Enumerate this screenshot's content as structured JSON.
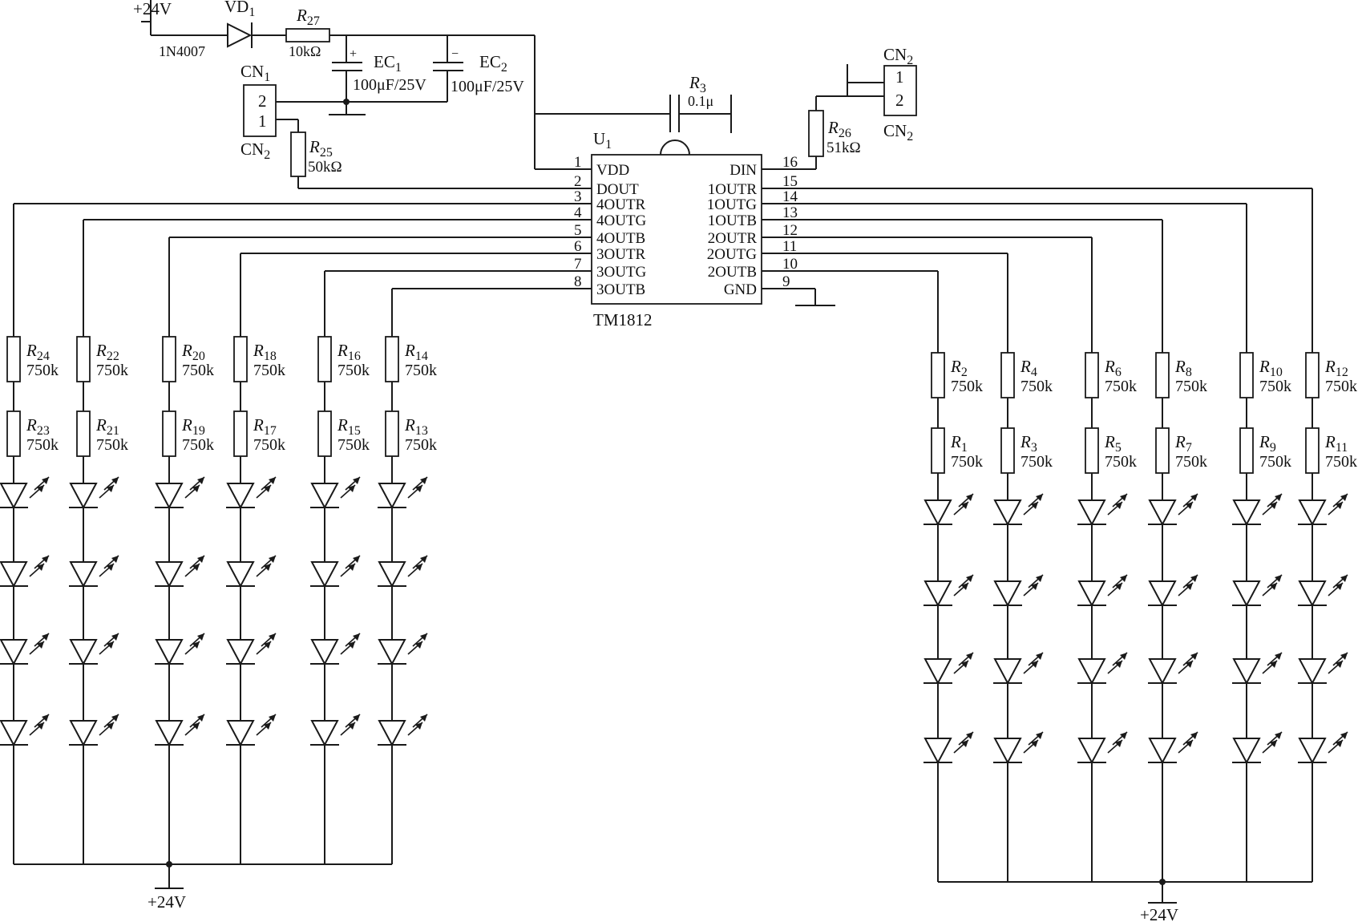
{
  "power_section": {
    "supply_label": "+24V",
    "diode": {
      "ref": "VD",
      "sub": "1",
      "part": "1N4007"
    },
    "r27": {
      "ref": "R",
      "sub": "27",
      "value": "10kΩ"
    },
    "ec1": {
      "ref": "EC",
      "sub": "1",
      "value": "100μF/25V",
      "polarity": "+"
    },
    "ec2": {
      "ref": "EC",
      "sub": "2",
      "value": "100μF/25V",
      "polarity": "−"
    },
    "r3": {
      "ref": "R",
      "sub": "3",
      "value": "0.1μ"
    }
  },
  "input_connector": {
    "ref": "CN",
    "sub": "1",
    "pins": [
      "2",
      "1"
    ],
    "bottom_ref": "CN",
    "bottom_sub": "2"
  },
  "r25": {
    "ref": "R",
    "sub": "25",
    "value": "50kΩ"
  },
  "output_connector": {
    "ref": "CN",
    "sub": "2",
    "pins": [
      "1",
      "2"
    ],
    "bottom_ref": "CN",
    "bottom_sub": "2"
  },
  "r26": {
    "ref": "R",
    "sub": "26",
    "value": "51kΩ"
  },
  "ic": {
    "ref": "U",
    "sub": "1",
    "part": "TM1812",
    "left_pins": [
      {
        "num": "1",
        "name": "VDD"
      },
      {
        "num": "2",
        "name": "DOUT"
      },
      {
        "num": "3",
        "name": "4OUTR"
      },
      {
        "num": "4",
        "name": "4OUTG"
      },
      {
        "num": "5",
        "name": "4OUTB"
      },
      {
        "num": "6",
        "name": "3OUTR"
      },
      {
        "num": "7",
        "name": "3OUTG"
      },
      {
        "num": "8",
        "name": "3OUTB"
      }
    ],
    "right_pins": [
      {
        "num": "16",
        "name": "DIN"
      },
      {
        "num": "15",
        "name": "1OUTR"
      },
      {
        "num": "14",
        "name": "1OUTG"
      },
      {
        "num": "13",
        "name": "1OUTB"
      },
      {
        "num": "12",
        "name": "2OUTR"
      },
      {
        "num": "11",
        "name": "2OUTG"
      },
      {
        "num": "10",
        "name": "2OUTB"
      },
      {
        "num": "9",
        "name": "GND"
      }
    ]
  },
  "left_bank": {
    "supply_label": "+24V",
    "leds_per_string": 4,
    "columns": [
      {
        "top": {
          "ref": "R",
          "sub": "24",
          "value": "750k"
        },
        "bottom": {
          "ref": "R",
          "sub": "23",
          "value": "750k"
        }
      },
      {
        "top": {
          "ref": "R",
          "sub": "22",
          "value": "750k"
        },
        "bottom": {
          "ref": "R",
          "sub": "21",
          "value": "750k"
        }
      },
      {
        "top": {
          "ref": "R",
          "sub": "20",
          "value": "750k"
        },
        "bottom": {
          "ref": "R",
          "sub": "19",
          "value": "750k"
        }
      },
      {
        "top": {
          "ref": "R",
          "sub": "18",
          "value": "750k"
        },
        "bottom": {
          "ref": "R",
          "sub": "17",
          "value": "750k"
        }
      },
      {
        "top": {
          "ref": "R",
          "sub": "16",
          "value": "750k"
        },
        "bottom": {
          "ref": "R",
          "sub": "15",
          "value": "750k"
        }
      },
      {
        "top": {
          "ref": "R",
          "sub": "14",
          "value": "750k"
        },
        "bottom": {
          "ref": "R",
          "sub": "13",
          "value": "750k"
        }
      }
    ]
  },
  "right_bank": {
    "supply_label": "+24V",
    "leds_per_string": 4,
    "columns": [
      {
        "top": {
          "ref": "R",
          "sub": "2",
          "value": "750k"
        },
        "bottom": {
          "ref": "R",
          "sub": "1",
          "value": "750k"
        }
      },
      {
        "top": {
          "ref": "R",
          "sub": "4",
          "value": "750k"
        },
        "bottom": {
          "ref": "R",
          "sub": "3",
          "value": "750k"
        }
      },
      {
        "top": {
          "ref": "R",
          "sub": "6",
          "value": "750k"
        },
        "bottom": {
          "ref": "R",
          "sub": "5",
          "value": "750k"
        }
      },
      {
        "top": {
          "ref": "R",
          "sub": "8",
          "value": "750k"
        },
        "bottom": {
          "ref": "R",
          "sub": "7",
          "value": "750k"
        }
      },
      {
        "top": {
          "ref": "R",
          "sub": "10",
          "value": "750k"
        },
        "bottom": {
          "ref": "R",
          "sub": "9",
          "value": "750k"
        }
      },
      {
        "top": {
          "ref": "R",
          "sub": "12",
          "value": "750k"
        },
        "bottom": {
          "ref": "R",
          "sub": "11",
          "value": "750k"
        }
      }
    ]
  }
}
